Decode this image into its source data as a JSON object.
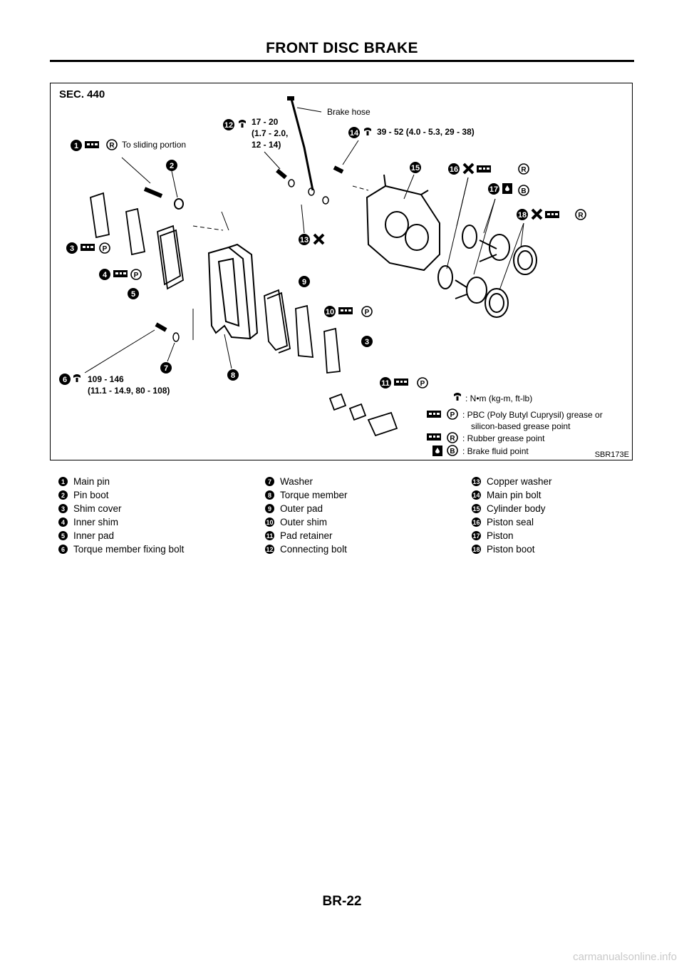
{
  "page": {
    "title": "FRONT DISC BRAKE",
    "page_number": "BR-22",
    "watermark": "carmanualsonline.info"
  },
  "diagram": {
    "section": "SEC. 440",
    "figure_id": "SBR173E",
    "callouts": {
      "to_sliding_portion": "To sliding portion",
      "brake_hose": "Brake hose",
      "torque_12_line1": "17 - 20",
      "torque_12_line2": "(1.7 - 2.0,",
      "torque_12_line3": "12 - 14)",
      "torque_14": "39 - 52 (4.0 - 5.3, 29 - 38)",
      "torque_6_line1": "109 - 146",
      "torque_6_line2": "(11.1 - 14.9, 80 - 108)"
    },
    "key": {
      "torque": ": N•m (kg-m, ft-lb)",
      "pbc_line1": ": PBC (Poly Butyl Cuprysil) grease or",
      "pbc_line2": "silicon-based grease point",
      "rubber": ": Rubber grease point",
      "brake_fluid": ": Brake fluid point"
    },
    "icon_letters": {
      "p": "P",
      "r": "R",
      "b": "B"
    },
    "icons": [
      "torque-wrench-icon",
      "grease-applicator-icon",
      "brake-fluid-icon",
      "replace-part-icon"
    ]
  },
  "legend": [
    [
      {
        "num": "1",
        "name": "Main pin"
      },
      {
        "num": "2",
        "name": "Pin boot"
      },
      {
        "num": "3",
        "name": "Shim cover"
      },
      {
        "num": "4",
        "name": "Inner shim"
      },
      {
        "num": "5",
        "name": "Inner pad"
      },
      {
        "num": "6",
        "name": "Torque member fixing bolt"
      }
    ],
    [
      {
        "num": "7",
        "name": "Washer"
      },
      {
        "num": "8",
        "name": "Torque member"
      },
      {
        "num": "9",
        "name": "Outer pad"
      },
      {
        "num": "10",
        "name": "Outer shim"
      },
      {
        "num": "11",
        "name": "Pad retainer"
      },
      {
        "num": "12",
        "name": "Connecting bolt"
      }
    ],
    [
      {
        "num": "13",
        "name": "Copper washer"
      },
      {
        "num": "14",
        "name": "Main pin bolt"
      },
      {
        "num": "15",
        "name": "Cylinder body"
      },
      {
        "num": "16",
        "name": "Piston seal"
      },
      {
        "num": "17",
        "name": "Piston"
      },
      {
        "num": "18",
        "name": "Piston boot"
      }
    ]
  ]
}
